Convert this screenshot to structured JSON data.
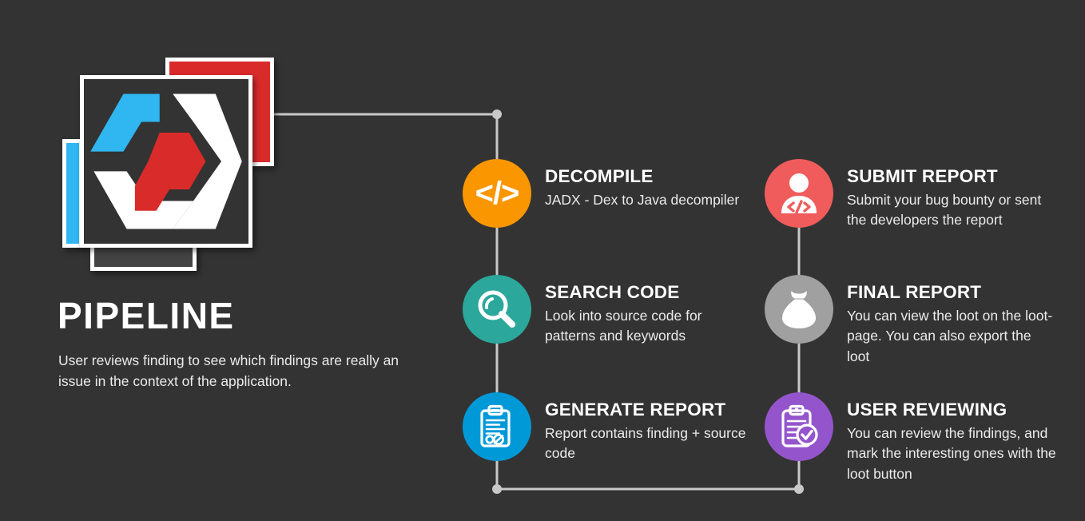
{
  "header": {
    "title": "PIPELINE",
    "description": "User reviews finding to see which findings are really an issue in the context of the application."
  },
  "logo": {
    "name": "pipeline-hexagon-logo",
    "colors": {
      "background": "#333333",
      "card_border": "#ffffff",
      "blue": "#30B6F0",
      "red": "#DA2B2B",
      "white": "#ffffff",
      "gray_card": "#434343"
    }
  },
  "theme": {
    "background": "#333333",
    "connector": "#c8c8c8",
    "text_primary": "#ffffff",
    "text_secondary": "#ebebeb"
  },
  "steps": {
    "left": [
      {
        "id": "decompile",
        "title": "DECOMPILE",
        "description": "JADX - Dex to Java decompiler",
        "icon": "code-brackets-icon",
        "color": "#FA9600"
      },
      {
        "id": "search-code",
        "title": "SEARCH CODE",
        "description": "Look into source code for patterns and keywords",
        "icon": "magnifying-glass-icon",
        "color": "#2BA79B"
      },
      {
        "id": "generate-report",
        "title": "GENERATE REPORT",
        "description": "Report contains finding + source code",
        "icon": "clipboard-report-icon",
        "color": "#0099D8"
      }
    ],
    "right": [
      {
        "id": "submit-report",
        "title": "SUBMIT REPORT",
        "description": "Submit your bug bounty or sent the developers the report",
        "icon": "user-developer-icon",
        "color": "#F05C5C"
      },
      {
        "id": "final-report",
        "title": "FINAL REPORT",
        "description": "You can view the loot on the loot-page. You can also export the loot",
        "icon": "money-bag-icon",
        "color": "#A0A0A0"
      },
      {
        "id": "user-reviewing",
        "title": "USER REVIEWING",
        "description": "You can review the findings, and mark the interesting ones with the loot button",
        "icon": "clipboard-check-icon",
        "color": "#9455CC"
      }
    ]
  }
}
